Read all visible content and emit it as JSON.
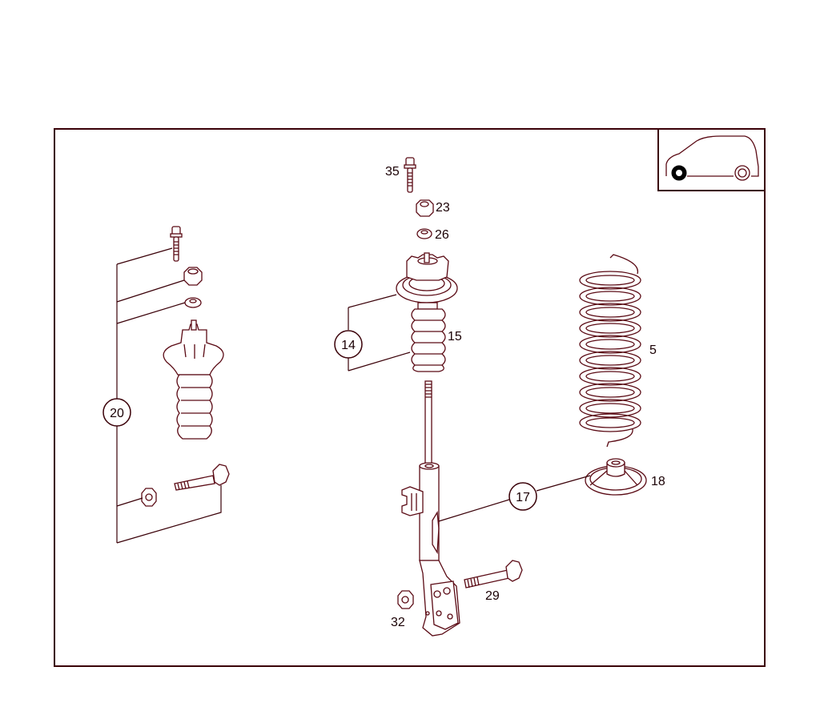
{
  "diagram": {
    "title": "Front suspension strut assembly – exploded parts view",
    "vehicle_icon": "car-side-icon-front-wheel-highlighted",
    "line_color": "#5a0a14",
    "frame_color": "#3a0008"
  },
  "labels": {
    "p35": "35",
    "p23": "23",
    "p26": "26",
    "p15": "15",
    "p5": "5",
    "p18": "18",
    "p29": "29",
    "p32": "32"
  },
  "callouts": {
    "c14": "14",
    "c17": "17",
    "c20": "20"
  }
}
